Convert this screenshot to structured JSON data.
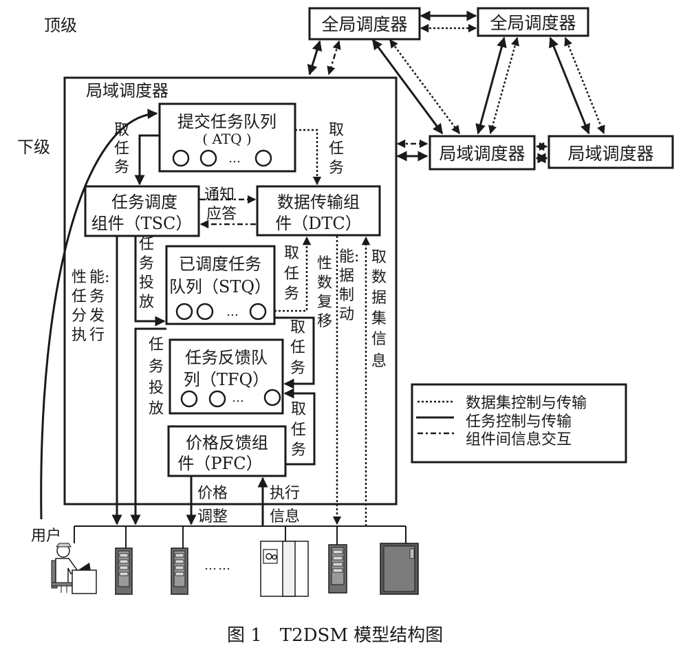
{
  "labels": {
    "top_level": "顶级",
    "lower_level": "下级",
    "user": "用户",
    "caption": "图 1　T2DSM 模型结构图"
  },
  "global_schedulers": [
    {
      "label": "全局调度器"
    },
    {
      "label": "全局调度器"
    }
  ],
  "local_schedulers": [
    {
      "label": "局域调度器"
    },
    {
      "label": "局域调度器"
    }
  ],
  "main_scheduler": {
    "title": "局域调度器",
    "atq": {
      "line1": "提交任务队列",
      "line2": "( ATQ )",
      "ellipsis": "…"
    },
    "tsc": {
      "line1": "任务调度",
      "line2": "组件（TSC）"
    },
    "dtc": {
      "line1": "数据传输组",
      "line2": "件（DTC）"
    },
    "stq": {
      "line1": "已调度任务",
      "line2": "队列（STQ）",
      "ellipsis": "…"
    },
    "tfq": {
      "line1": "任务反馈队",
      "line2": "列（TFQ）",
      "ellipsis": "…"
    },
    "pfc": {
      "line1": "价格反馈组",
      "line2": "件（PFC）"
    }
  },
  "annotations": {
    "fetch_task_left": [
      "取",
      "任",
      "务"
    ],
    "fetch_task_right": [
      "取",
      "任",
      "务"
    ],
    "notify": "通知",
    "reply": "应答",
    "task_dispatch_1": [
      "任",
      "务",
      "投",
      "放"
    ],
    "task_dispatch_2": [
      "任",
      "务",
      "投",
      "放"
    ],
    "perf_task_exec": {
      "col1": [
        "性",
        "任",
        "分",
        "执"
      ],
      "col2": [
        "能:",
        "务",
        "发",
        "行"
      ]
    },
    "fetch_task_stq": [
      "取",
      "任",
      "务"
    ],
    "fetch_task_tfq1": [
      "取",
      "任",
      "务"
    ],
    "fetch_task_tfq2": [
      "取",
      "任",
      "务"
    ],
    "perf_data_copy": {
      "col1": [
        "性",
        "数",
        "复",
        "移"
      ],
      "col2": [
        "能:",
        "据",
        "制",
        "动"
      ]
    },
    "fetch_dataset_info": [
      "取",
      "数",
      "据",
      "集",
      "信",
      "息"
    ],
    "price_adjust": [
      "价格",
      "调整"
    ],
    "exec_info": [
      "执行",
      "信息"
    ]
  },
  "legend": {
    "items": [
      {
        "style": "dotted",
        "label": "数据集控制与传输"
      },
      {
        "style": "solid",
        "label": "任务控制与传输"
      },
      {
        "style": "dash-dot",
        "label": "组件间信息交互"
      }
    ]
  },
  "resources": {
    "ellipsis": "……",
    "items": [
      {
        "type": "user-workstation"
      },
      {
        "type": "server"
      },
      {
        "type": "server"
      },
      {
        "type": "storage-cabinet"
      },
      {
        "type": "server"
      },
      {
        "type": "mainframe"
      }
    ]
  }
}
